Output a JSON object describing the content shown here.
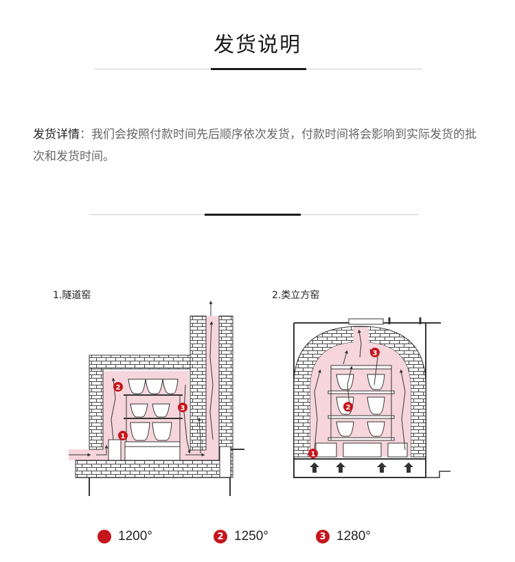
{
  "header": {
    "title": "发货说明"
  },
  "shipping": {
    "label": "发货详情",
    "separator": "：",
    "text": "我们会按照付款时间先后顺序依次发货，付款时间将会影响到实际发货的批次和发货时间。"
  },
  "diagrams": [
    {
      "caption": "1.隧道窑"
    },
    {
      "caption": "2.类立方窑"
    }
  ],
  "legend": [
    {
      "marker": "",
      "label": "1200°"
    },
    {
      "marker": "2",
      "label": "1250°"
    },
    {
      "marker": "3",
      "label": "1280°"
    }
  ],
  "markers": [
    "1",
    "2",
    "3"
  ],
  "colors": {
    "accent": "#c4161c",
    "heat": "#f6d5dc",
    "line": "#333333"
  }
}
